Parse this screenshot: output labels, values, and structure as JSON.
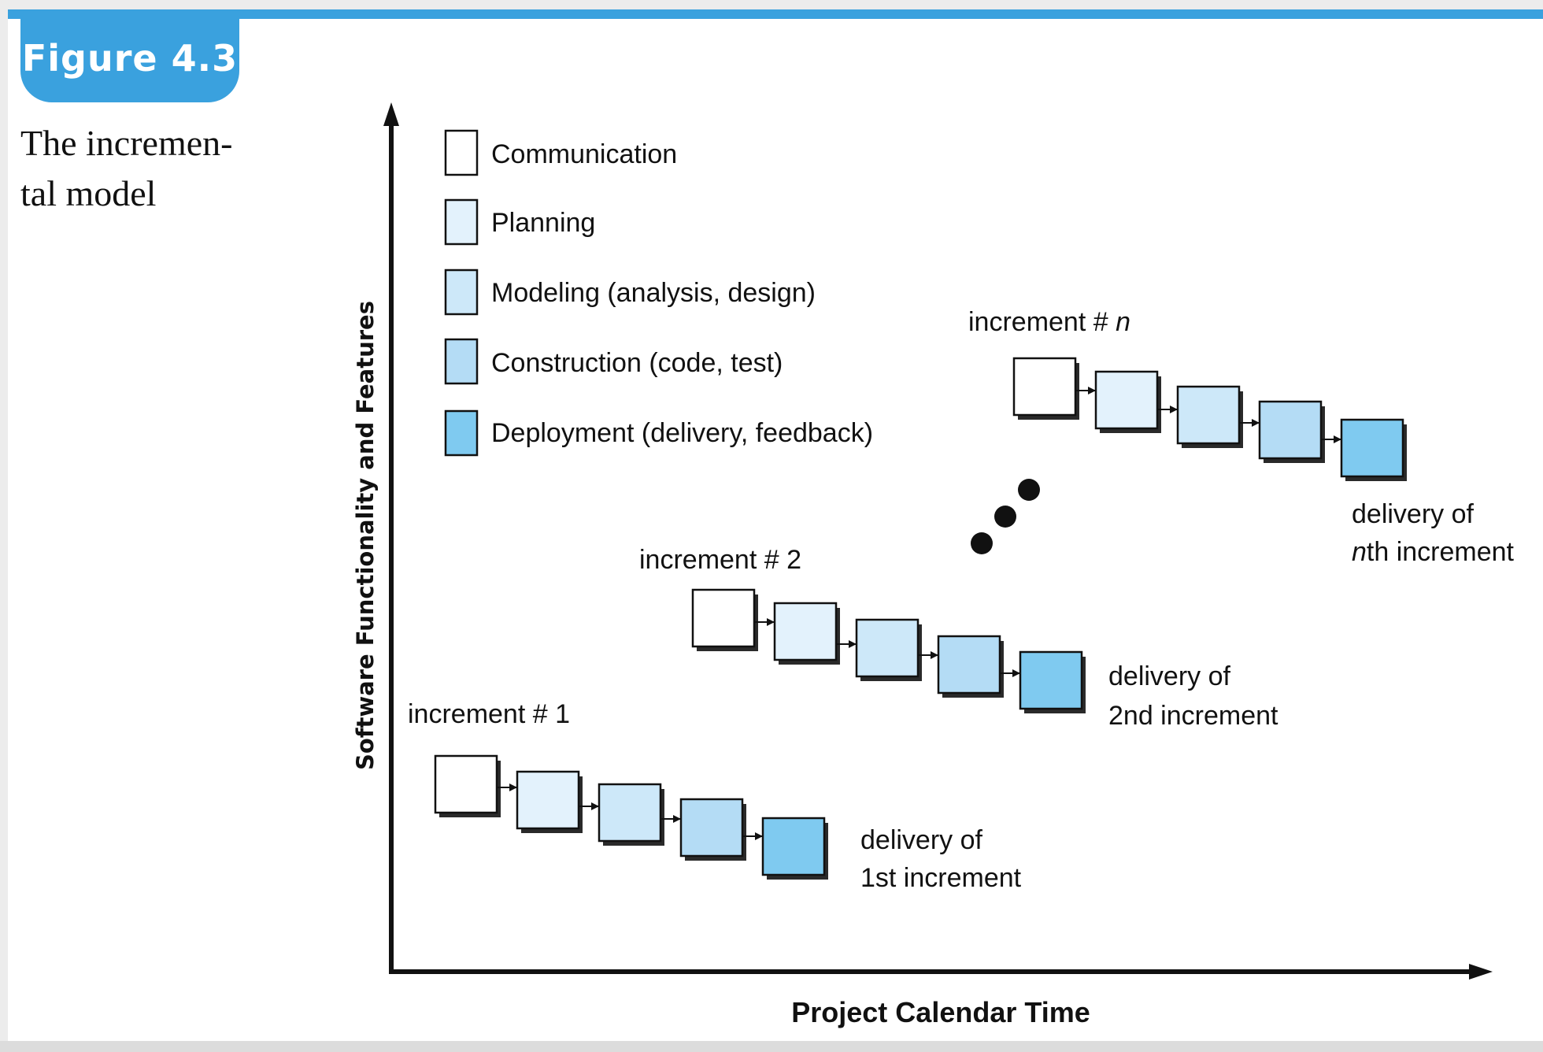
{
  "figure": {
    "label": "Figure 4.3",
    "caption_line1": "The incremen-",
    "caption_line2": "tal model"
  },
  "axes": {
    "y_label": "Software Functionality and Features",
    "x_label": "Project Calendar Time"
  },
  "legend": [
    {
      "label": "Communication",
      "color": "#ffffff"
    },
    {
      "label": "Planning",
      "color": "#e3f2fc"
    },
    {
      "label": "Modeling (analysis, design)",
      "color": "#cde8f9"
    },
    {
      "label": "Construction (code, test)",
      "color": "#b4dcf5"
    },
    {
      "label": "Deployment (delivery, feedback)",
      "color": "#7fcaf0"
    }
  ],
  "increments": [
    {
      "label": "increment # 1",
      "delivery_line1": "delivery of",
      "delivery_line2": "1st increment"
    },
    {
      "label": "increment # 2",
      "delivery_line1": "delivery of",
      "delivery_line2": "2nd increment"
    },
    {
      "label_prefix": "increment # ",
      "label_italic": "n",
      "delivery_line1": "delivery of",
      "delivery_line2_italic": "n",
      "delivery_line2_rest": "th increment"
    }
  ],
  "colors": {
    "accent": "#3aa1de",
    "box_border": "#111111",
    "box_shadow": "#2a2a2a"
  }
}
